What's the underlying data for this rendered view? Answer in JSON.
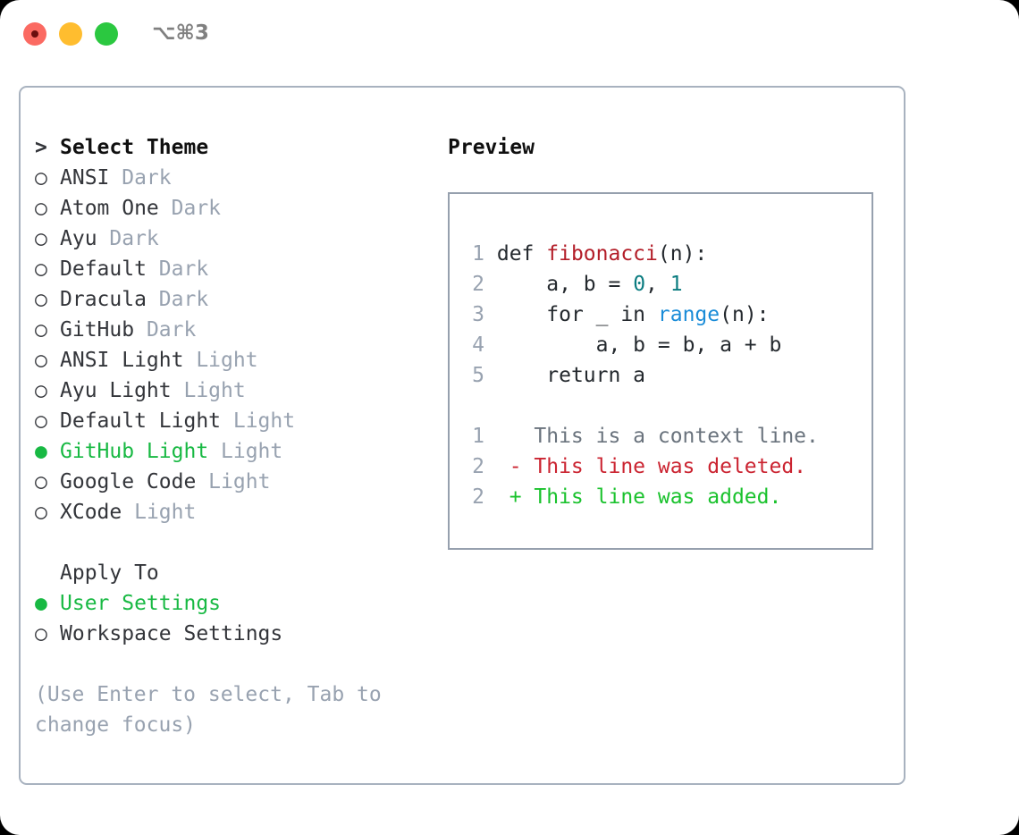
{
  "window": {
    "title": "⌥⌘3",
    "traffic_lights": [
      {
        "name": "close",
        "color": "#fb6a62"
      },
      {
        "name": "minimize",
        "color": "#ffbd2f"
      },
      {
        "name": "maximize",
        "color": "#2bc840"
      }
    ]
  },
  "theme_list": {
    "heading_prefix": "> ",
    "heading": "Select Theme",
    "bullet_unselected": "○ ",
    "bullet_selected": "● ",
    "items": [
      {
        "name": "ANSI",
        "category": "Dark",
        "selected": false
      },
      {
        "name": "Atom One",
        "category": "Dark",
        "selected": false
      },
      {
        "name": "Ayu",
        "category": "Dark",
        "selected": false
      },
      {
        "name": "Default",
        "category": "Dark",
        "selected": false
      },
      {
        "name": "Dracula",
        "category": "Dark",
        "selected": false
      },
      {
        "name": "GitHub",
        "category": "Dark",
        "selected": false
      },
      {
        "name": "ANSI Light",
        "category": "Light",
        "selected": false
      },
      {
        "name": "Ayu Light",
        "category": "Light",
        "selected": false
      },
      {
        "name": "Default Light",
        "category": "Light",
        "selected": false
      },
      {
        "name": "GitHub Light",
        "category": "Light",
        "selected": true
      },
      {
        "name": "Google Code",
        "category": "Light",
        "selected": false
      },
      {
        "name": "XCode",
        "category": "Light",
        "selected": false
      }
    ]
  },
  "apply_to": {
    "heading": "Apply To",
    "options": [
      {
        "label": "User Settings",
        "selected": true
      },
      {
        "label": "Workspace Settings",
        "selected": false
      }
    ]
  },
  "hint": "(Use Enter to select, Tab to change focus)",
  "preview": {
    "title": "Preview",
    "code_lines": [
      {
        "no": "1",
        "tokens": [
          {
            "t": "def ",
            "k": "plain"
          },
          {
            "t": "fibonacci",
            "k": "fn"
          },
          {
            "t": "(n):",
            "k": "plain"
          }
        ]
      },
      {
        "no": "2",
        "tokens": [
          {
            "t": "    a, b = ",
            "k": "plain"
          },
          {
            "t": "0",
            "k": "num"
          },
          {
            "t": ", ",
            "k": "plain"
          },
          {
            "t": "1",
            "k": "num"
          }
        ]
      },
      {
        "no": "3",
        "tokens": [
          {
            "t": "    for _ in ",
            "k": "plain"
          },
          {
            "t": "range",
            "k": "call"
          },
          {
            "t": "(n):",
            "k": "plain"
          }
        ]
      },
      {
        "no": "4",
        "tokens": [
          {
            "t": "        a, b = b, a + b",
            "k": "plain"
          }
        ]
      },
      {
        "no": "5",
        "tokens": [
          {
            "t": "    return a",
            "k": "plain"
          }
        ]
      }
    ],
    "diff_lines": [
      {
        "no": "1",
        "sign": "  ",
        "text": "This is a context line.",
        "kind": "ctx"
      },
      {
        "no": "2",
        "sign": "- ",
        "text": "This line was deleted.",
        "kind": "del"
      },
      {
        "no": "2",
        "sign": "+ ",
        "text": "This line was added.",
        "kind": "add"
      }
    ]
  },
  "colors": {
    "accent_green": "#18b943",
    "muted": "#98a2b0",
    "text": "#33353a",
    "diff_add": "#1ac22d",
    "diff_del": "#cb2431",
    "token_fn": "#b31d28",
    "token_num": "#0b7c80",
    "token_call": "#1a8cd8",
    "panel_border": "#a8b2bf",
    "preview_border": "#96a0ae"
  }
}
